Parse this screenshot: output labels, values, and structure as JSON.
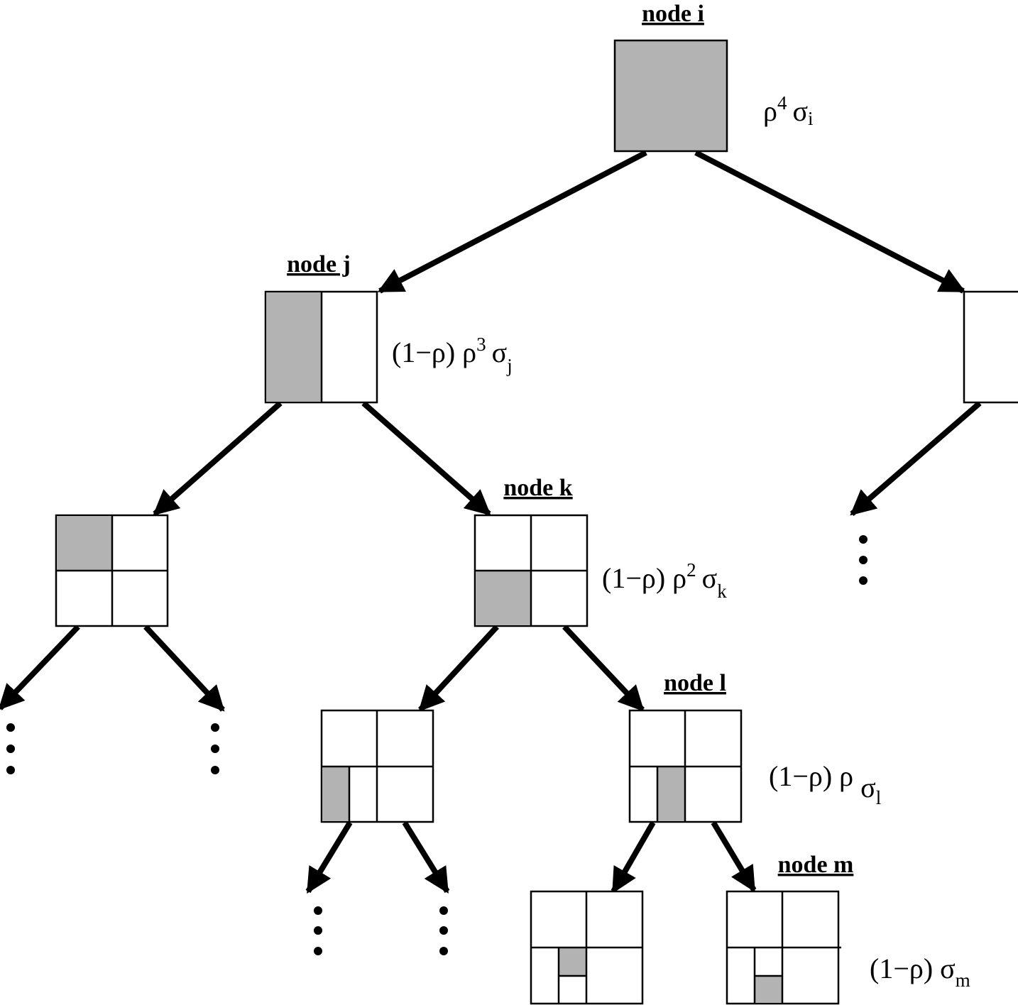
{
  "colors": {
    "shaded": "#b3b3b3",
    "line": "#000000"
  },
  "nodes": {
    "i": {
      "label": "node i",
      "f": {
        "pre": "",
        "rho": "ρ",
        "sup": "4",
        "sigma": "σ",
        "sub": "i"
      }
    },
    "j": {
      "label": "node j",
      "f": {
        "pre": "(1−ρ) ",
        "rho": "ρ",
        "sup": "3",
        "sigma": "σ",
        "sub": "j"
      }
    },
    "k": {
      "label": "node k",
      "f": {
        "pre": "(1−ρ) ",
        "rho": "ρ",
        "sup": "2",
        "sigma": "σ",
        "sub": "k"
      }
    },
    "l": {
      "label": "node l",
      "f": {
        "pre": "(1−ρ) ",
        "rho": "ρ",
        "sup": "",
        "sigma": "σ",
        "sub": "l"
      }
    },
    "m": {
      "label": "node m",
      "f": {
        "pre": "(1−ρ) ",
        "rho": "",
        "sup": "",
        "sigma": "σ",
        "sub": "m"
      }
    }
  }
}
